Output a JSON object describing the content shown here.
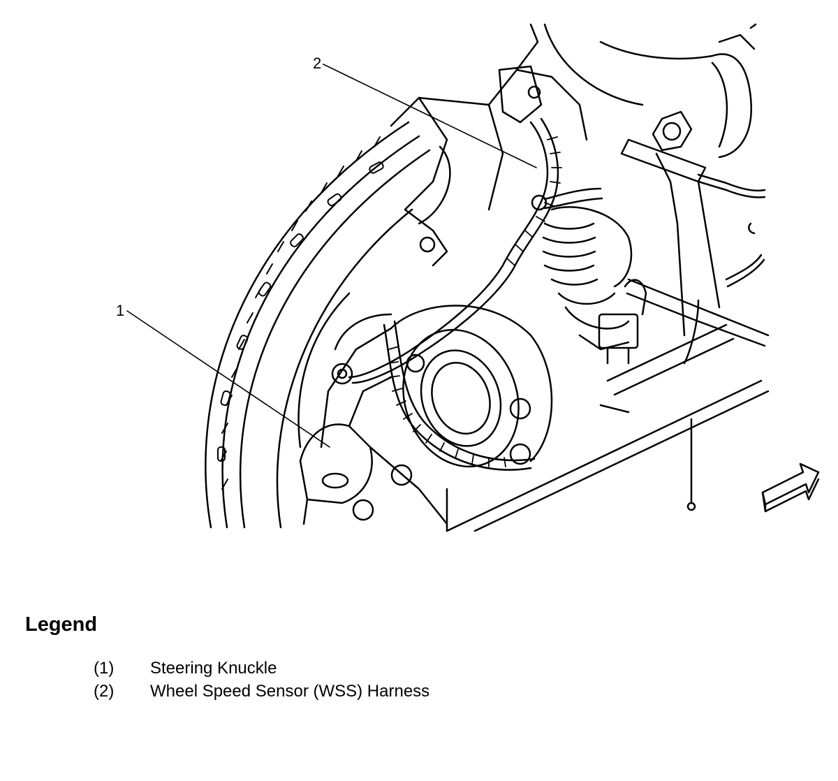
{
  "callouts": [
    {
      "number": "1"
    },
    {
      "number": "2"
    }
  ],
  "legend": {
    "title": "Legend",
    "items": [
      {
        "key": "(1)",
        "text": "Steering Knuckle"
      },
      {
        "key": "(2)",
        "text": "Wheel Speed Sensor (WSS) Harness"
      }
    ]
  },
  "icons": {
    "direction_arrow": "arrow-icon"
  },
  "colors": {
    "line": "#000000",
    "background": "#ffffff"
  }
}
